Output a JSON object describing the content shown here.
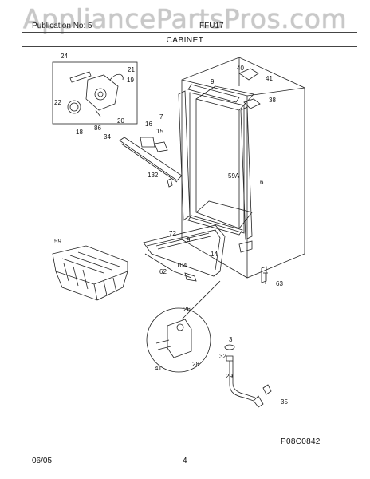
{
  "header": {
    "watermark": "AppliancePartsPros.com",
    "publication_fragment": "Publication No: 5",
    "model_fragment": "FFU17",
    "section": "CABINET"
  },
  "callouts": {
    "c24": "24",
    "c21": "21",
    "c19": "19",
    "c22": "22",
    "c20": "20",
    "c86": "86",
    "c18": "18",
    "c34": "34",
    "c16": "16",
    "c15": "15",
    "c7": "7",
    "c132": "132",
    "c9": "9",
    "c40": "40",
    "c41": "41",
    "c38": "38",
    "c59a": "59A",
    "c6": "6",
    "c72": "72",
    "c14": "14",
    "c59": "59",
    "c104": "104",
    "c62": "62",
    "c63": "63",
    "c26": "26",
    "c28": "28",
    "c3": "3",
    "c32": "32",
    "c29": "29",
    "c35": "35"
  },
  "footer": {
    "diagram_code": "P08C0842",
    "date": "06/05",
    "page": "4"
  }
}
